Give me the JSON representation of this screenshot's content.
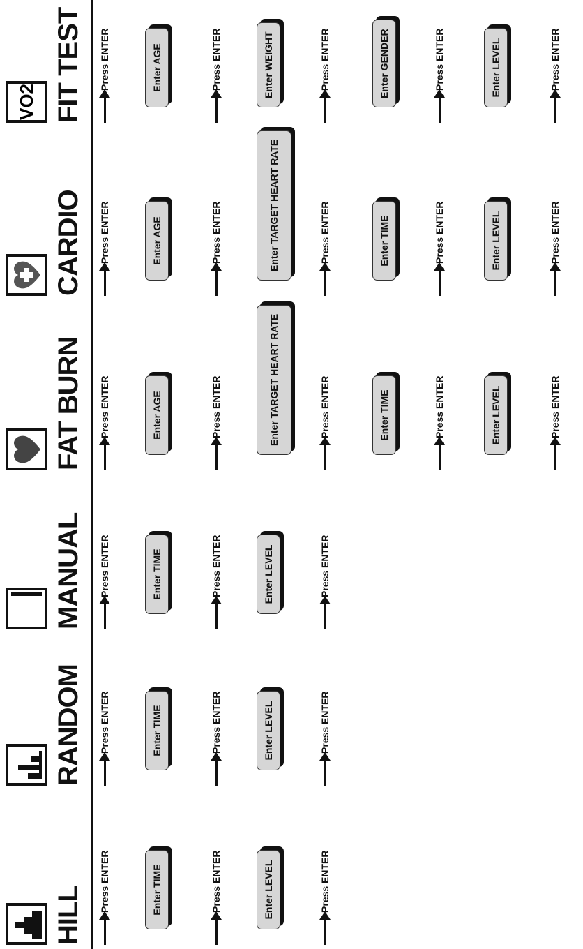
{
  "programs": [
    {
      "name": "HILL",
      "icon": "hill-profile-icon",
      "steps": [
        "Press ENTER",
        "Enter TIME",
        "Press ENTER",
        "Enter LEVEL",
        "Press ENTER"
      ]
    },
    {
      "name": "RANDOM",
      "icon": "random-profile-icon",
      "steps": [
        "Press ENTER",
        "Enter TIME",
        "Press ENTER",
        "Enter LEVEL",
        "Press ENTER"
      ]
    },
    {
      "name": "MANUAL",
      "icon": "manual-profile-icon",
      "steps": [
        "Press ENTER",
        "Enter TIME",
        "Press ENTER",
        "Enter LEVEL",
        "Press ENTER"
      ]
    },
    {
      "name": "FAT BURN",
      "icon": "heart-icon",
      "steps": [
        "Press ENTER",
        "Enter AGE",
        "Press ENTER",
        "Enter TARGET HEART RATE",
        "Press ENTER",
        "Enter TIME",
        "Press ENTER",
        "Enter LEVEL",
        "Press ENTER"
      ]
    },
    {
      "name": "CARDIO",
      "icon": "heart-cross-icon",
      "steps": [
        "Press ENTER",
        "Enter AGE",
        "Press ENTER",
        "Enter TARGET HEART RATE",
        "Press ENTER",
        "Enter TIME",
        "Press ENTER",
        "Enter LEVEL",
        "Press ENTER"
      ]
    },
    {
      "name": "FIT TEST",
      "icon": "vo2-icon",
      "icon_text": "VO2",
      "steps": [
        "Press ENTER",
        "Enter AGE",
        "Press ENTER",
        "Enter WEIGHT",
        "Press ENTER",
        "Enter GENDER",
        "Press ENTER",
        "Enter LEVEL",
        "Press ENTER"
      ]
    }
  ]
}
